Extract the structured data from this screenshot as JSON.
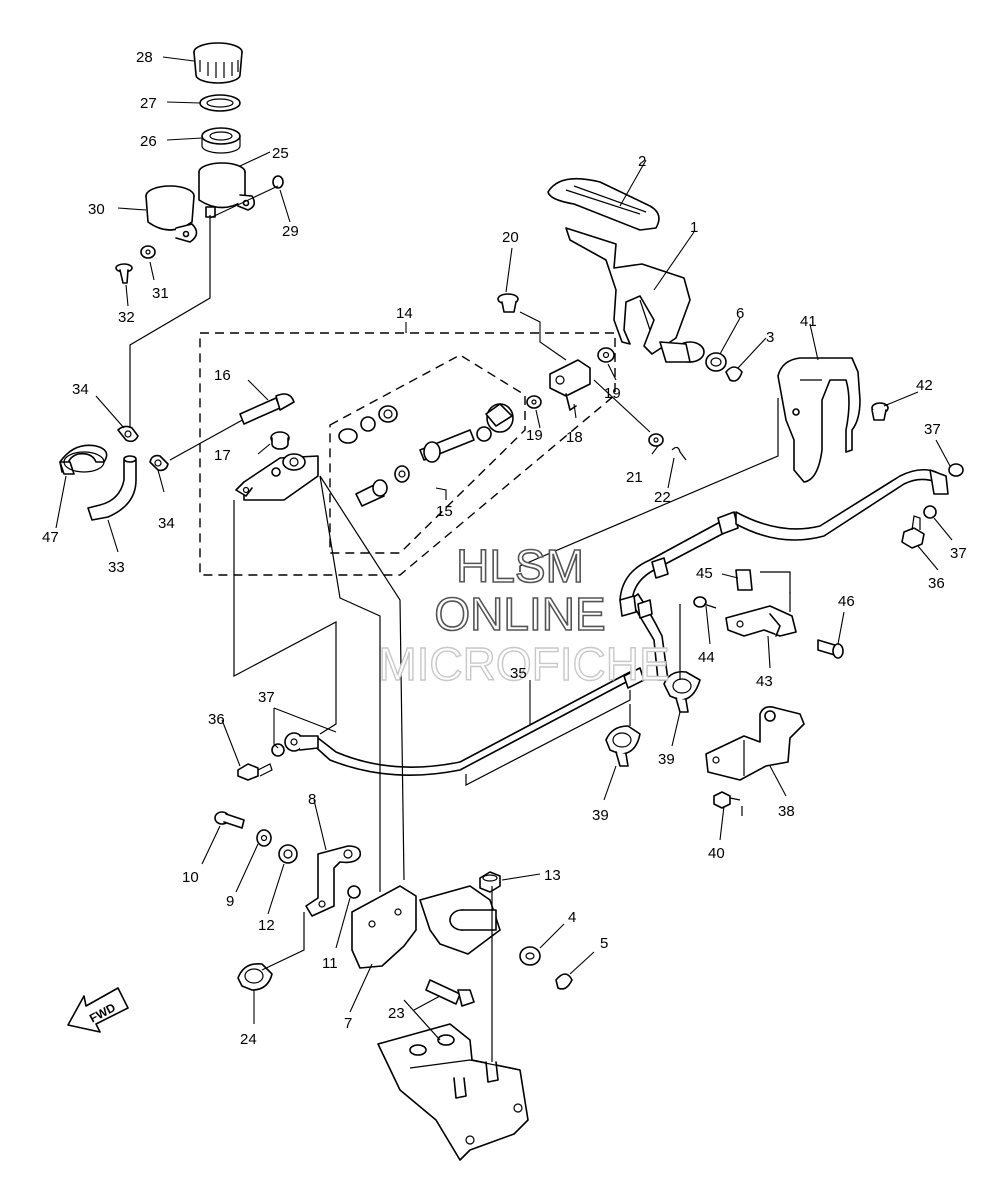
{
  "watermark": {
    "line1": "HLSM",
    "line2": "ONLINE",
    "line3": "MICROFICHE"
  },
  "fwd_label": "FWD",
  "callouts": {
    "c1": "1",
    "c2": "2",
    "c3": "3",
    "c4": "4",
    "c5": "5",
    "c6": "6",
    "c7": "7",
    "c8": "8",
    "c9": "9",
    "c10": "10",
    "c11": "11",
    "c12": "12",
    "c13": "13",
    "c14": "14",
    "c15": "15",
    "c16": "16",
    "c17": "17",
    "c18": "18",
    "c19a": "19",
    "c19b": "19",
    "c20": "20",
    "c21": "21",
    "c22": "22",
    "c23": "23",
    "c24": "24",
    "c25": "25",
    "c26": "26",
    "c27": "27",
    "c28": "28",
    "c29": "29",
    "c30": "30",
    "c31": "31",
    "c32": "32",
    "c33": "33",
    "c34a": "34",
    "c34b": "34",
    "c35": "35",
    "c36a": "36",
    "c36b": "36",
    "c37a": "37",
    "c37b": "37",
    "c37c": "37",
    "c38": "38",
    "c39a": "39",
    "c39b": "39",
    "c40": "40",
    "c41": "41",
    "c42": "42",
    "c43": "43",
    "c44": "44",
    "c45": "45",
    "c46": "46",
    "c47": "47"
  }
}
